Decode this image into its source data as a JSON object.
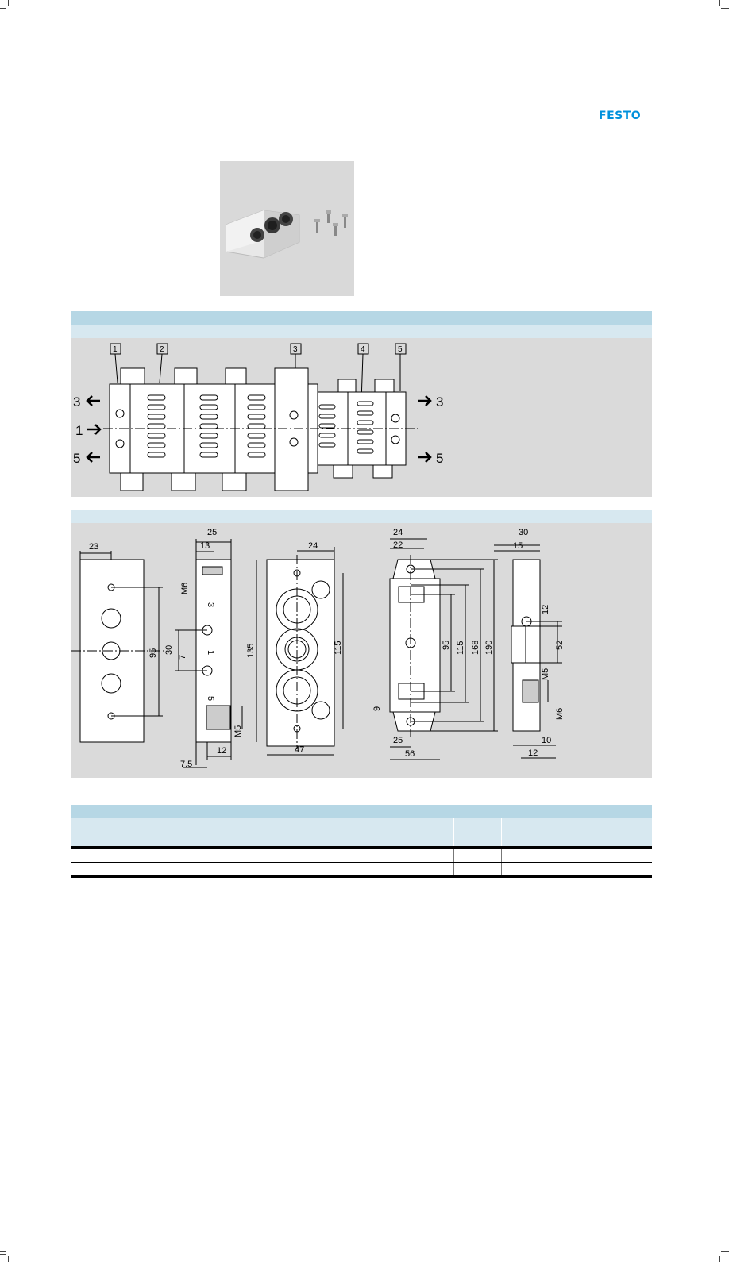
{
  "brand": {
    "logo_text": "FESTO",
    "logo_color": "#0091dc"
  },
  "assembly": {
    "markers": [
      "1",
      "2",
      "3",
      "4",
      "5"
    ],
    "port_labels": {
      "left_top": "3",
      "left_middle": "1",
      "left_bottom": "5",
      "right_top": "3",
      "right_bottom": "5"
    }
  },
  "dimensions": {
    "view1": {
      "d23": "23",
      "d95": "95"
    },
    "view2": {
      "d25": "25",
      "d13": "13",
      "m6": "M6",
      "d30": "30",
      "d7": "7",
      "m5": "M5",
      "d12": "12",
      "d7_5": "7.5",
      "port3": "3",
      "port1": "1",
      "port5": "5"
    },
    "view3": {
      "d24": "24",
      "d135": "135",
      "d115": "115",
      "d47": "47"
    },
    "view4": {
      "d24": "24",
      "d22": "22",
      "d95": "95",
      "d115": "115",
      "d168": "168",
      "d190": "190",
      "d9": "9",
      "d25": "25",
      "d56": "56"
    },
    "view5": {
      "d30": "30",
      "d15": "15",
      "d12a": "12",
      "d52": "52",
      "m5": "M5",
      "m6": "M6",
      "d10": "10",
      "d12b": "12"
    }
  },
  "colors": {
    "band_dark": "#b6d7e5",
    "band_light": "#d7e8f0",
    "panel": "#dadada"
  }
}
